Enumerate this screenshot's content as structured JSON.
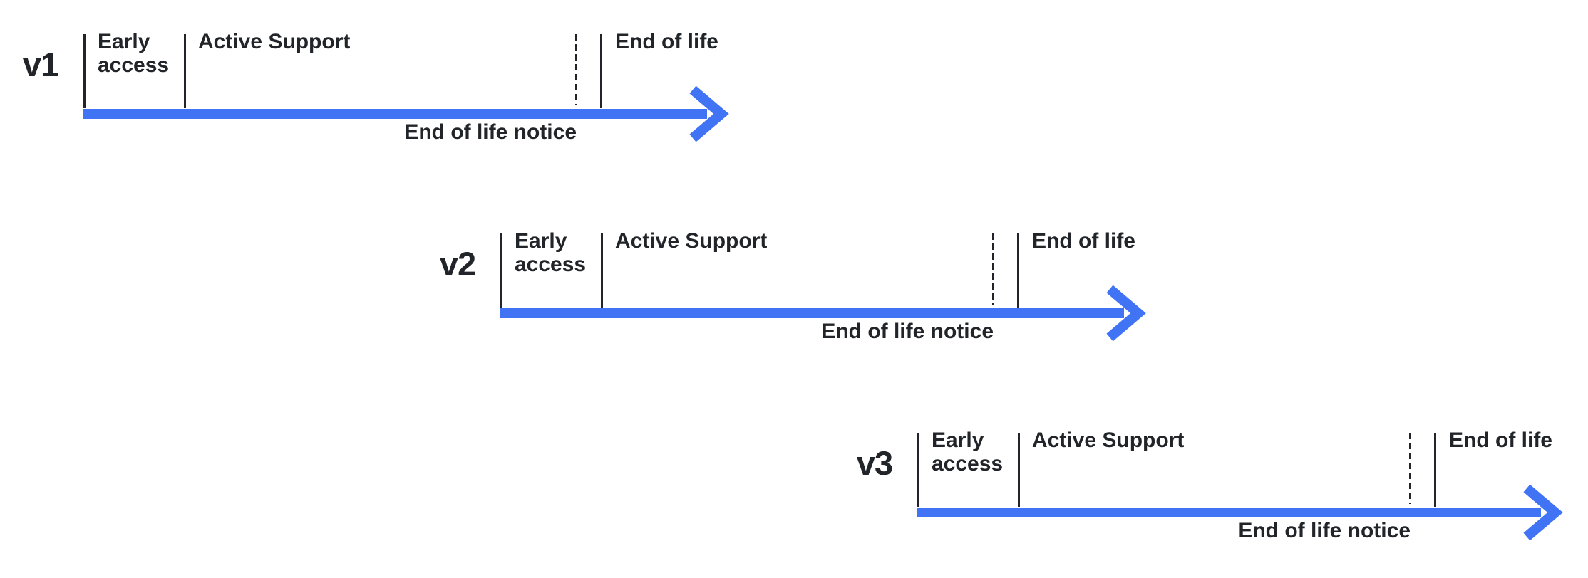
{
  "colors": {
    "accent": "#4173F5",
    "ink": "#212529",
    "background": "#FFFFFF"
  },
  "timelines": [
    {
      "version": "v1",
      "early_access": "Early access",
      "active_support": "Active Support",
      "end_of_life": "End of life",
      "end_of_life_notice": "End of life notice"
    },
    {
      "version": "v2",
      "early_access": "Early access",
      "active_support": "Active Support",
      "end_of_life": "End of life",
      "end_of_life_notice": "End of life notice"
    },
    {
      "version": "v3",
      "early_access": "Early access",
      "active_support": "Active Support",
      "end_of_life": "End of life",
      "end_of_life_notice": "End of life notice"
    }
  ]
}
